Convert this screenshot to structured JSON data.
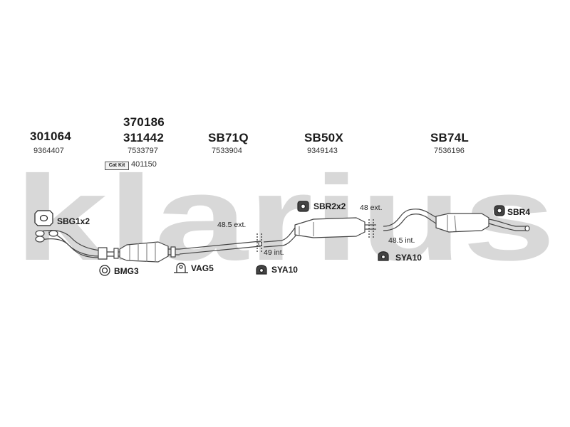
{
  "watermark": {
    "text": "klarius",
    "color": "#d8d8d8"
  },
  "parts": [
    {
      "part": "301064",
      "ref": "9364407"
    },
    {
      "part_top": "370186",
      "part": "311442",
      "ref": "7533797"
    },
    {
      "part": "SB71Q",
      "ref": "7533904"
    },
    {
      "part": "SB50X",
      "ref": "9349143"
    },
    {
      "part": "SB74L",
      "ref": "7536196"
    }
  ],
  "cat_kit": {
    "badge": "Cat Kit",
    "ref": "401150"
  },
  "fittings": {
    "sbg1x2": "SBG1x2",
    "bmg3": "BMG3",
    "vag5": "VAG5",
    "sya10_a": "SYA10",
    "sbr2x2": "SBR2x2",
    "sya10_b": "SYA10",
    "sbr4": "SBR4"
  },
  "measurements": {
    "m1": "48.5 ext.",
    "m2": "49 int.",
    "m3": "48 ext.",
    "m4": "48.5 int."
  }
}
